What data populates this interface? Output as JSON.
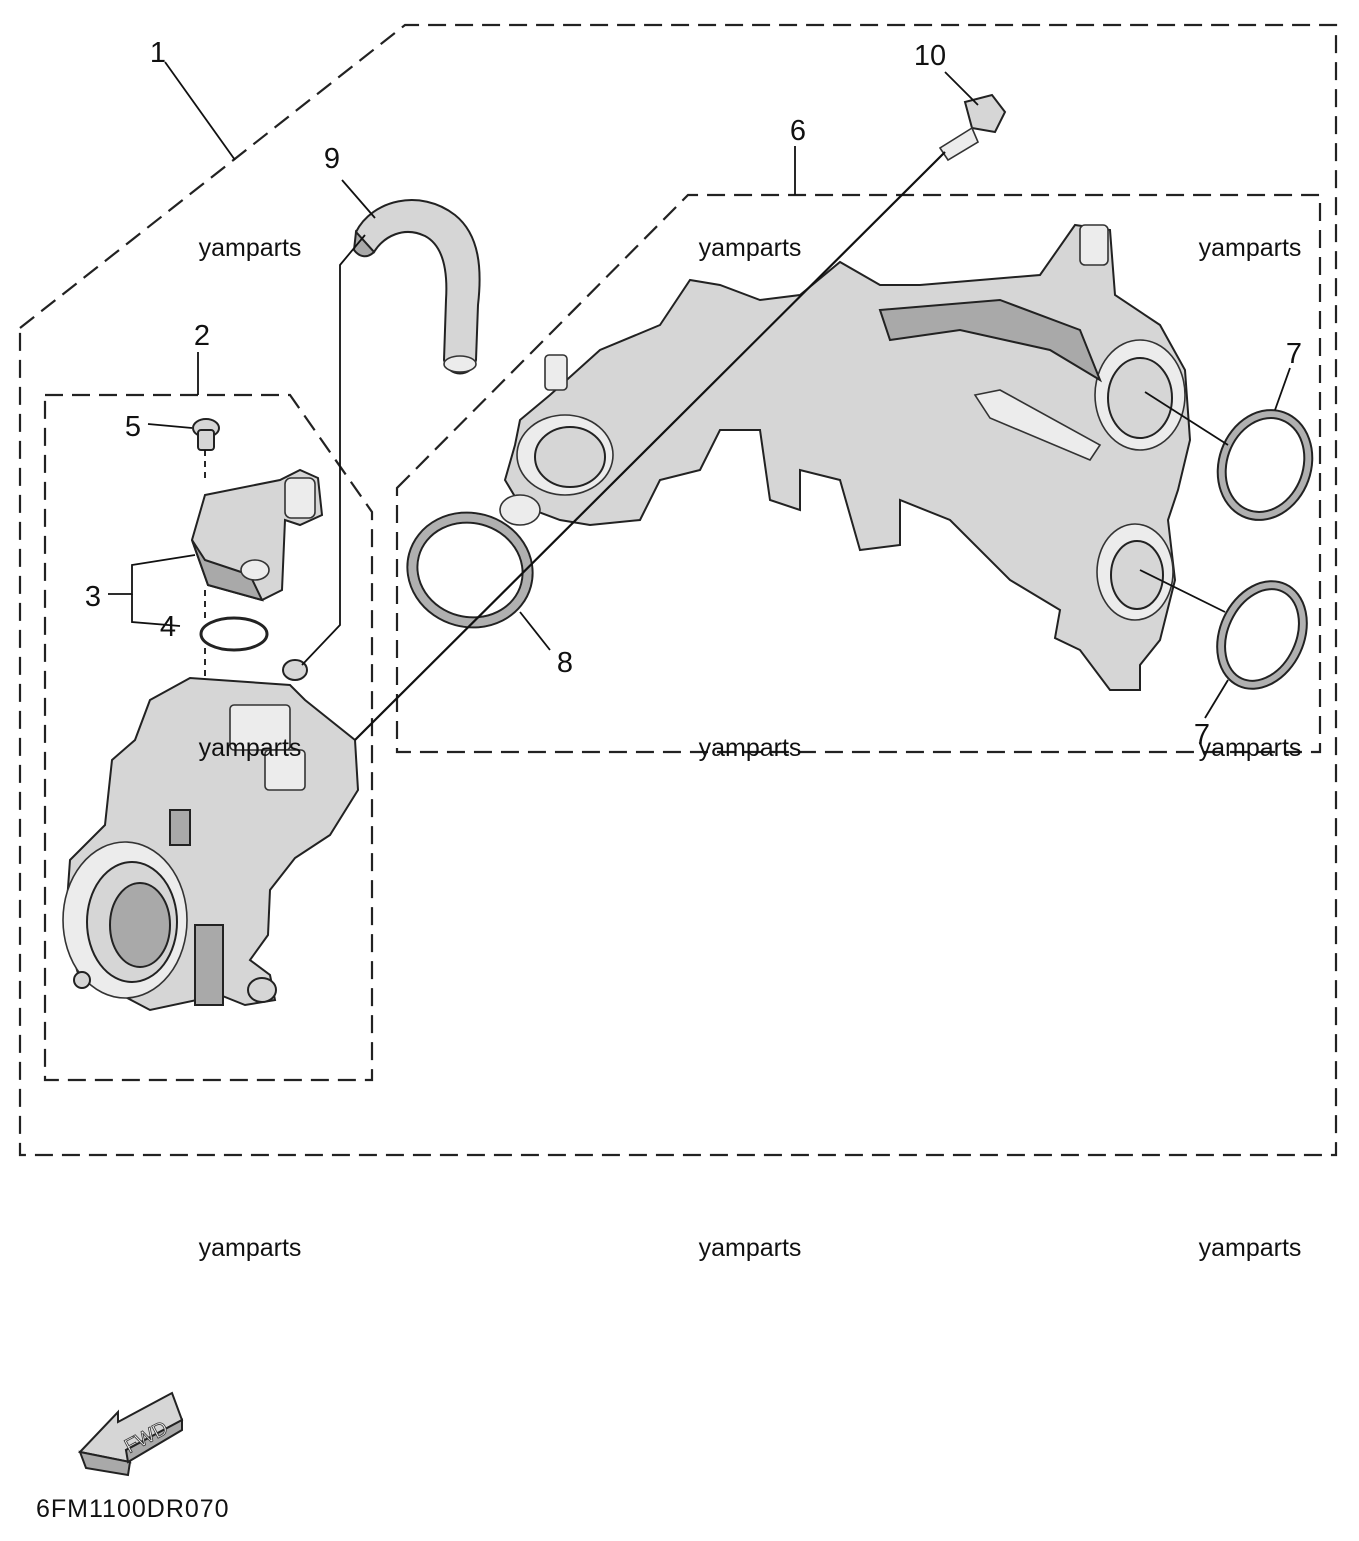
{
  "diagram_code": "6FM1100DR070",
  "direction_label": "FWD",
  "watermark": "yamparts",
  "callouts": [
    {
      "id": "1",
      "label": "1"
    },
    {
      "id": "2",
      "label": "2"
    },
    {
      "id": "3",
      "label": "3"
    },
    {
      "id": "4",
      "label": "4"
    },
    {
      "id": "5",
      "label": "5"
    },
    {
      "id": "6",
      "label": "6"
    },
    {
      "id": "7a",
      "label": "7"
    },
    {
      "id": "7b",
      "label": "7"
    },
    {
      "id": "8",
      "label": "8"
    },
    {
      "id": "9",
      "label": "9"
    },
    {
      "id": "10",
      "label": "10"
    }
  ],
  "colors": {
    "line": "#222222",
    "part_fill": "#d6d6d6",
    "part_shadow": "#a9a9a9",
    "background": "#ffffff"
  }
}
